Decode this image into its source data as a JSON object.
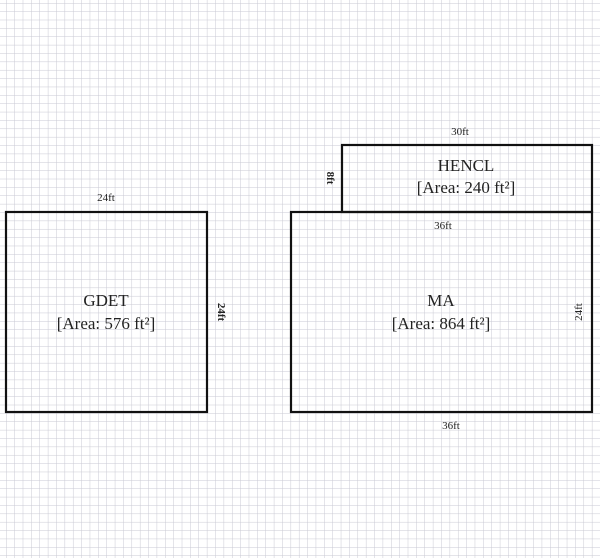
{
  "rooms": [
    {
      "name": "GDET",
      "area": "[Area: 576 ft²]",
      "top": "24ft",
      "side": "24ft"
    },
    {
      "name": "HENCL",
      "area": "[Area: 240 ft²]",
      "top": "30ft",
      "side": "8ft"
    },
    {
      "name": "MA",
      "area": "[Area: 864 ft²]",
      "top": "36ft",
      "side": "24ft",
      "bottom": "36ft"
    }
  ],
  "colors": {
    "grid": "#c9c9d3",
    "wall": "#111111"
  }
}
